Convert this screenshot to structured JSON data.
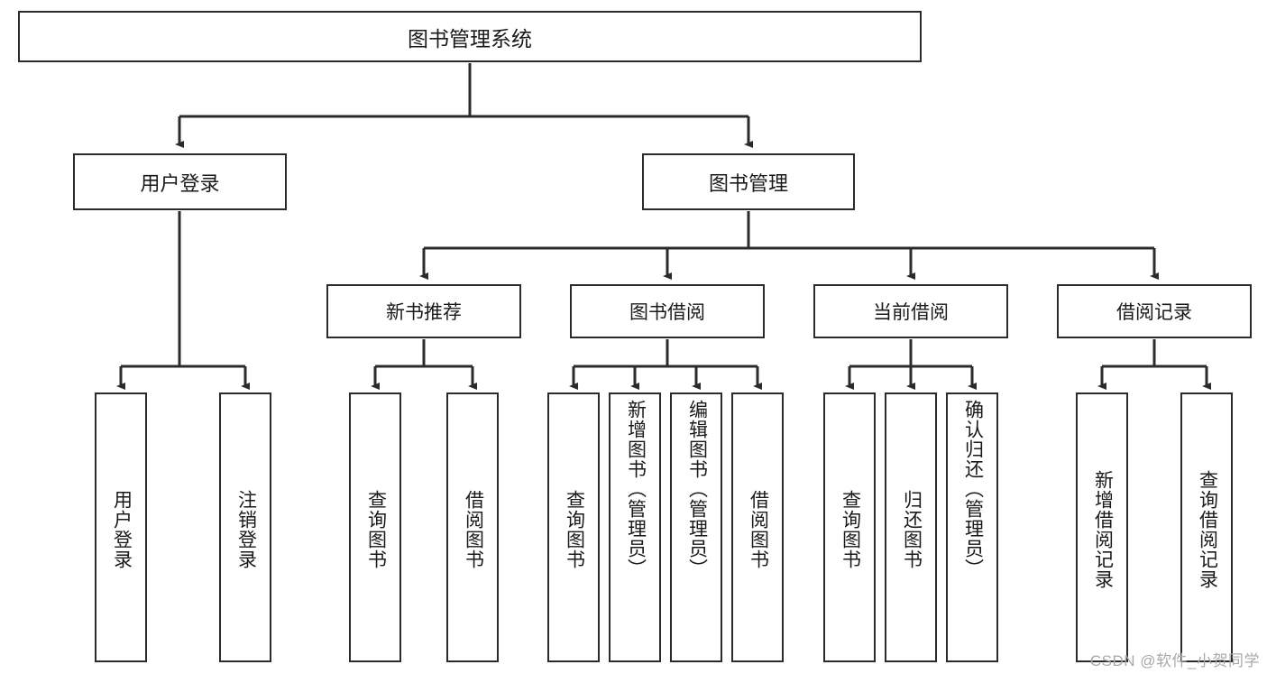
{
  "diagram": {
    "title": "图书管理系统",
    "type": "hierarchy-tree",
    "watermark": "CSDN @软件_小贺同学",
    "colors": {
      "box_border": "#2b2b2b",
      "box_fill": "#ffffff",
      "edge": "#2b2b2b",
      "text": "#1a1a1a",
      "watermark": "#a9a9a9"
    },
    "root": {
      "label": "图书管理系统"
    },
    "level2": [
      {
        "label": "用户登录"
      },
      {
        "label": "图书管理"
      }
    ],
    "level3": [
      {
        "label": "新书推荐"
      },
      {
        "label": "图书借阅"
      },
      {
        "label": "当前借阅"
      },
      {
        "label": "借阅记录"
      }
    ],
    "leaves": {
      "user_login": [
        {
          "label": "用户登录"
        },
        {
          "label": "注销登录"
        }
      ],
      "new_book_recommend": [
        {
          "label": "查询图书"
        },
        {
          "label": "借阅图书"
        }
      ],
      "book_borrow": [
        {
          "label": "查询图书"
        },
        {
          "label": "新增图书（管理员）"
        },
        {
          "label": "编辑图书（管理员）"
        },
        {
          "label": "借阅图书"
        }
      ],
      "current_borrow": [
        {
          "label": "查询图书"
        },
        {
          "label": "归还图书"
        },
        {
          "label": "确认归还（管理员）"
        }
      ],
      "borrow_record": [
        {
          "label": "新增借阅记录"
        },
        {
          "label": "查询借阅记录"
        }
      ]
    }
  }
}
